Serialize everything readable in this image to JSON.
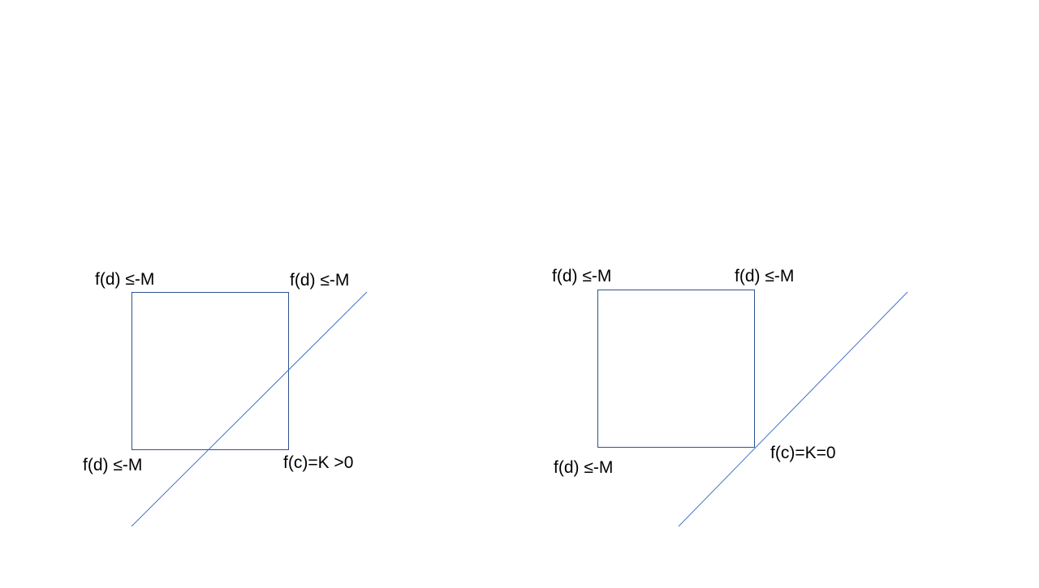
{
  "colors": {
    "square_stroke": "#2F528F",
    "line_stroke": "#4472C4",
    "text": "#000000",
    "background": "#FFFFFF"
  },
  "left_diagram": {
    "top_left_label": "f(d) ≤-M",
    "top_right_label": "f(d) ≤-M",
    "bottom_left_label": "f(d) ≤-M",
    "bottom_right_label": "f(c)=K >0"
  },
  "right_diagram": {
    "top_left_label": "f(d) ≤-M",
    "top_right_label": "f(d) ≤-M",
    "bottom_left_label": "f(d) ≤-M",
    "bottom_right_label": "f(c)=K=0"
  }
}
